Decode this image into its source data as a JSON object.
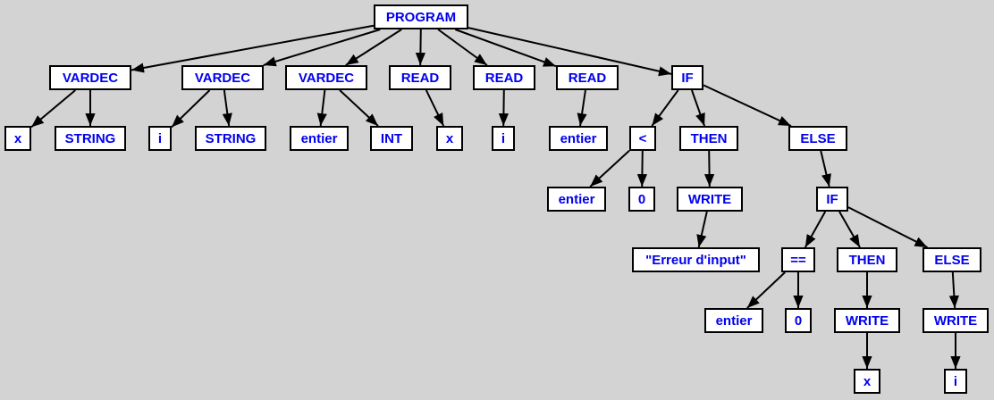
{
  "colors": {
    "background": "#d3d3d3",
    "node_fill": "#ffffff",
    "node_border": "#000000",
    "label": "#0000ee",
    "edge": "#000000"
  },
  "tree": {
    "program": "PROGRAM",
    "vardec1": {
      "label": "VARDEC",
      "name": "x",
      "type": "STRING"
    },
    "vardec2": {
      "label": "VARDEC",
      "name": "i",
      "type": "STRING"
    },
    "vardec3": {
      "label": "VARDEC",
      "name": "entier",
      "type": "INT"
    },
    "read1": {
      "label": "READ",
      "arg": "x"
    },
    "read2": {
      "label": "READ",
      "arg": "i"
    },
    "read3": {
      "label": "READ",
      "arg": "entier"
    },
    "if1": {
      "label": "IF",
      "cond": {
        "op": "<",
        "left": "entier",
        "right": "0"
      },
      "then": {
        "label": "THEN",
        "write": {
          "label": "WRITE",
          "arg": "\"Erreur d'input\""
        }
      },
      "else": {
        "label": "ELSE",
        "if2": {
          "label": "IF",
          "cond": {
            "op": "==",
            "left": "entier",
            "right": "0"
          },
          "then": {
            "label": "THEN",
            "write": {
              "label": "WRITE",
              "arg": "x"
            }
          },
          "else": {
            "label": "ELSE",
            "write": {
              "label": "WRITE",
              "arg": "i"
            }
          }
        }
      }
    }
  }
}
